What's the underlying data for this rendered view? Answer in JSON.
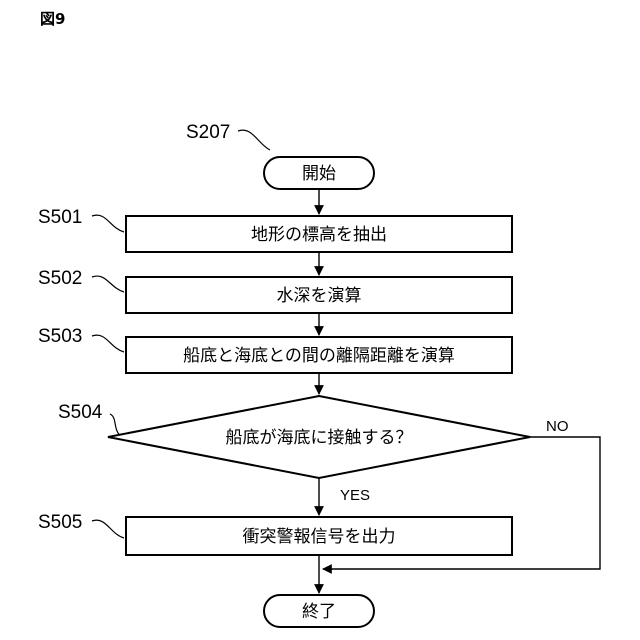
{
  "figure": {
    "title": "図9"
  },
  "nodes": {
    "start": {
      "label": "開始",
      "step": "S207"
    },
    "s501": {
      "label": "地形の標高を抽出",
      "step": "S501"
    },
    "s502": {
      "label": "水深を演算",
      "step": "S502"
    },
    "s503": {
      "label": "船底と海底との間の離隔距離を演算",
      "step": "S503"
    },
    "s504": {
      "label": "船底が海底に接触する？",
      "step": "S504"
    },
    "s505": {
      "label": "衝突警報信号を出力",
      "step": "S505"
    },
    "end": {
      "label": "終了"
    }
  },
  "branches": {
    "yes": "YES",
    "no": "NO"
  }
}
